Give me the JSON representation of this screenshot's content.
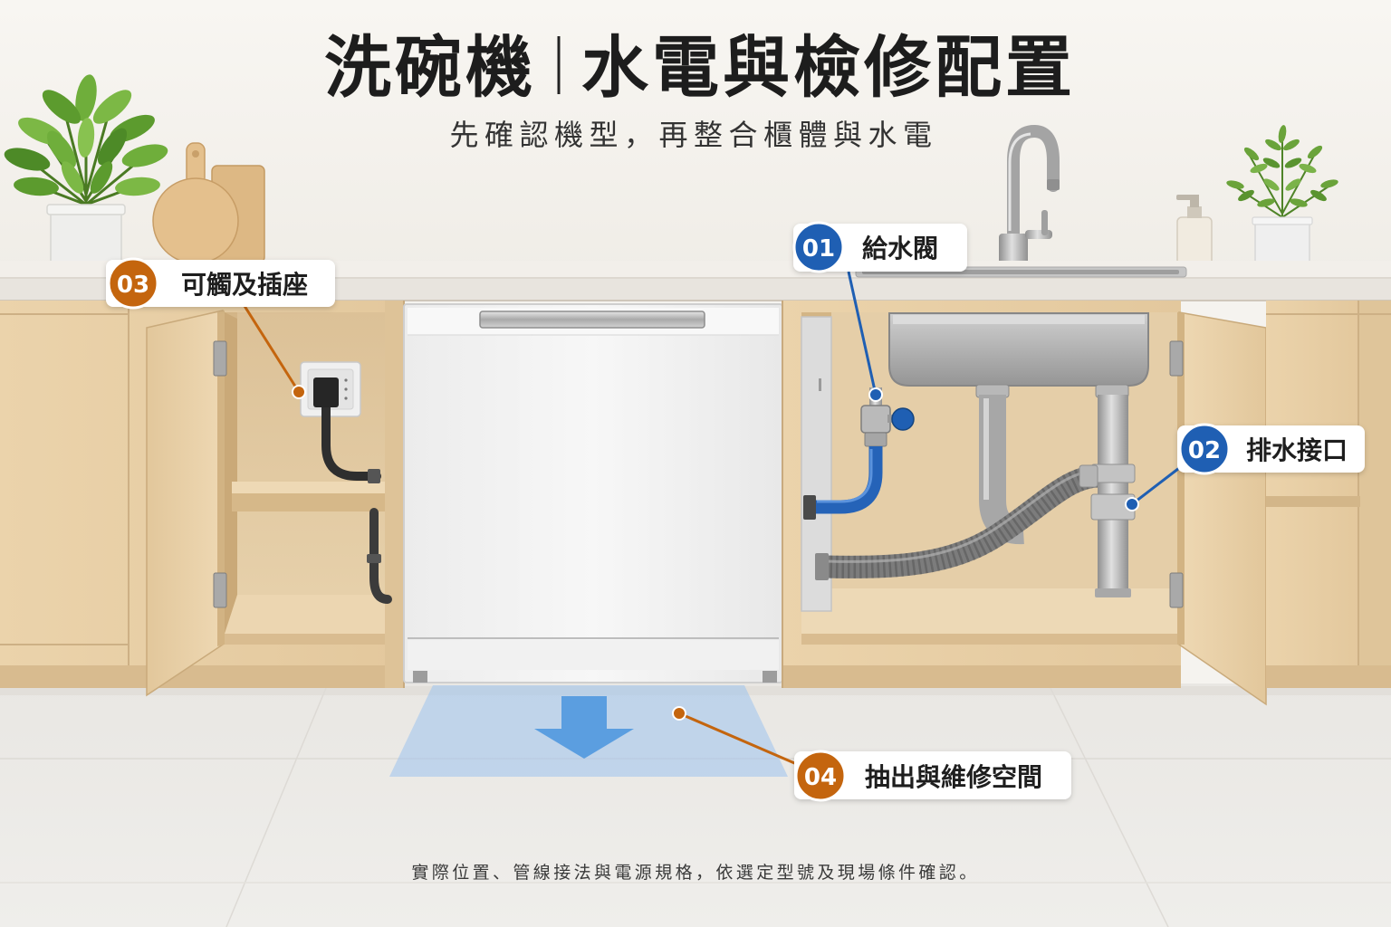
{
  "title": {
    "left": "洗碗機",
    "right": "水電與檢修配置"
  },
  "subtitle": "先確認機型，再整合櫃體與水電",
  "callouts": [
    {
      "number": "01",
      "label": "給水閥",
      "color": "#1f5fb3"
    },
    {
      "number": "02",
      "label": "排水接口",
      "color": "#1f5fb3"
    },
    {
      "number": "03",
      "label": "可觸及插座",
      "color": "#c4650e"
    },
    {
      "number": "04",
      "label": "抽出與維修空間",
      "color": "#c4650e"
    }
  ],
  "footer_note": "實際位置、管線接法與電源規格，依選定型號及現場條件確認。",
  "icons": {
    "service_direction": "arrow-down-icon"
  },
  "colors": {
    "wall": "#f5f3ef",
    "floor": "#ebe9e5",
    "cabinet_wood": "#e6cca2",
    "service_highlight": "#9cc3ee",
    "supply_hose": "#2563b8"
  }
}
